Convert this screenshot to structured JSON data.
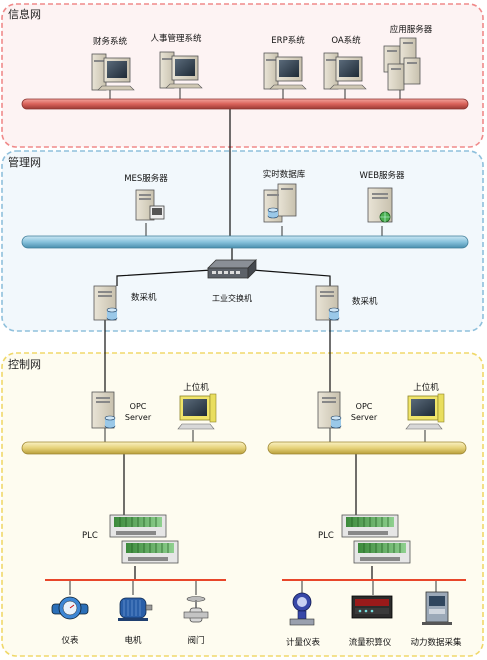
{
  "zones": {
    "info": "信息网",
    "mgmt": "管理网",
    "ctrl": "控制网"
  },
  "info_systems": {
    "finance": "财务系统",
    "hr": "人事管理系统",
    "erp": "ERP系统",
    "oa": "OA系统",
    "app_server": "应用服务器"
  },
  "mgmt_systems": {
    "mes": "MES服务器",
    "rtdb": "实时数据库",
    "web": "WEB服务器",
    "switch": "工业交换机",
    "collector_left": "数采机",
    "collector_right": "数采机"
  },
  "ctrl_systems": {
    "opc_left_1": "OPC",
    "opc_left_2": "Server",
    "host_left": "上位机",
    "opc_right_1": "OPC",
    "opc_right_2": "Server",
    "host_right": "上位机",
    "plc_left": "PLC",
    "plc_right": "PLC"
  },
  "field_devices": {
    "meter": "仪表",
    "motor": "电机",
    "valve": "阀门",
    "metering": "计量仪表",
    "flow": "流量积算仪",
    "power": "动力数据采集"
  },
  "colors": {
    "info_border": "#f08a8a",
    "info_fill": "#fdf3f3",
    "mgmt_border": "#8fc0dc",
    "mgmt_fill": "#f2f8fc",
    "ctrl_border": "#f0d86a",
    "ctrl_fill": "#fefcf0",
    "info_bus": "#d9625a",
    "mgmt_bus": "#87c2dc",
    "ctrl_bus": "#e6d27a",
    "field_bus": "#e8462a"
  }
}
